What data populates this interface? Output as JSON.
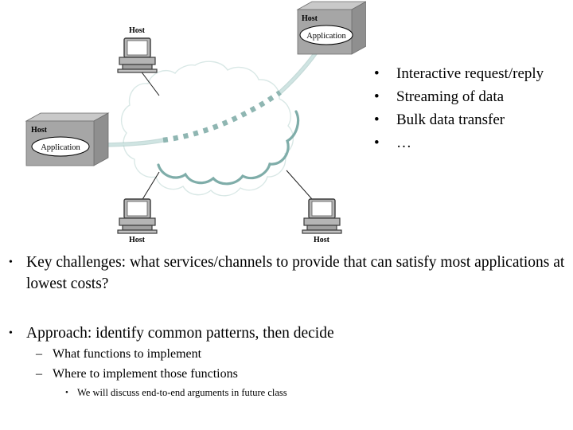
{
  "slide": {
    "diagram": {
      "name": "network-cloud-diagram",
      "cloud_label": "",
      "nodes": [
        {
          "id": "host-top-left",
          "type": "computer",
          "label": "Host",
          "label_position": "above"
        },
        {
          "id": "host-bottom-left",
          "type": "computer",
          "label": "Host",
          "label_position": "below"
        },
        {
          "id": "host-bottom-right",
          "type": "computer",
          "label": "Host",
          "label_position": "below"
        },
        {
          "id": "host-box-top-right",
          "type": "host-box",
          "label": "Host",
          "app_label": "Application"
        },
        {
          "id": "host-box-left",
          "type": "host-box",
          "label": "Host",
          "app_label": "Application"
        }
      ],
      "colors": {
        "cloud_outline": "#7fada9",
        "cloud_outline_light": "#d8e7e5",
        "channel_line": "#b9d5d3",
        "channel_line_edge": "#7fada9",
        "dashed_path": "#8fb6b2",
        "box_front": "#a6a6a6",
        "box_top": "#c9c9c9",
        "box_side": "#8f8f8f",
        "computer_body": "#b5b5b5",
        "computer_base": "#a0a0a0",
        "link_line": "#1a1a1a"
      }
    },
    "service_list": {
      "name": "service-types-list",
      "items": [
        {
          "bullet": "•",
          "text": "Interactive request/reply"
        },
        {
          "bullet": "•",
          "text": "Streaming of data"
        },
        {
          "bullet": "•",
          "text": "Bulk data transfer"
        },
        {
          "bullet": "•",
          "text": "…"
        }
      ]
    },
    "body": {
      "key_challenges": {
        "bullet": "•",
        "text": "Key challenges: what services/channels to provide that can satisfy most applications at lowest costs?"
      },
      "approach": {
        "bullet": "•",
        "text": "Approach: identify common patterns, then decide",
        "sub_items": [
          {
            "bullet": "–",
            "text": "What functions to implement"
          },
          {
            "bullet": "–",
            "text": "Where to implement those functions"
          }
        ],
        "sub_sub_items": [
          {
            "bullet": "•",
            "text": "We will discuss end-to-end arguments in future class"
          }
        ]
      }
    }
  }
}
